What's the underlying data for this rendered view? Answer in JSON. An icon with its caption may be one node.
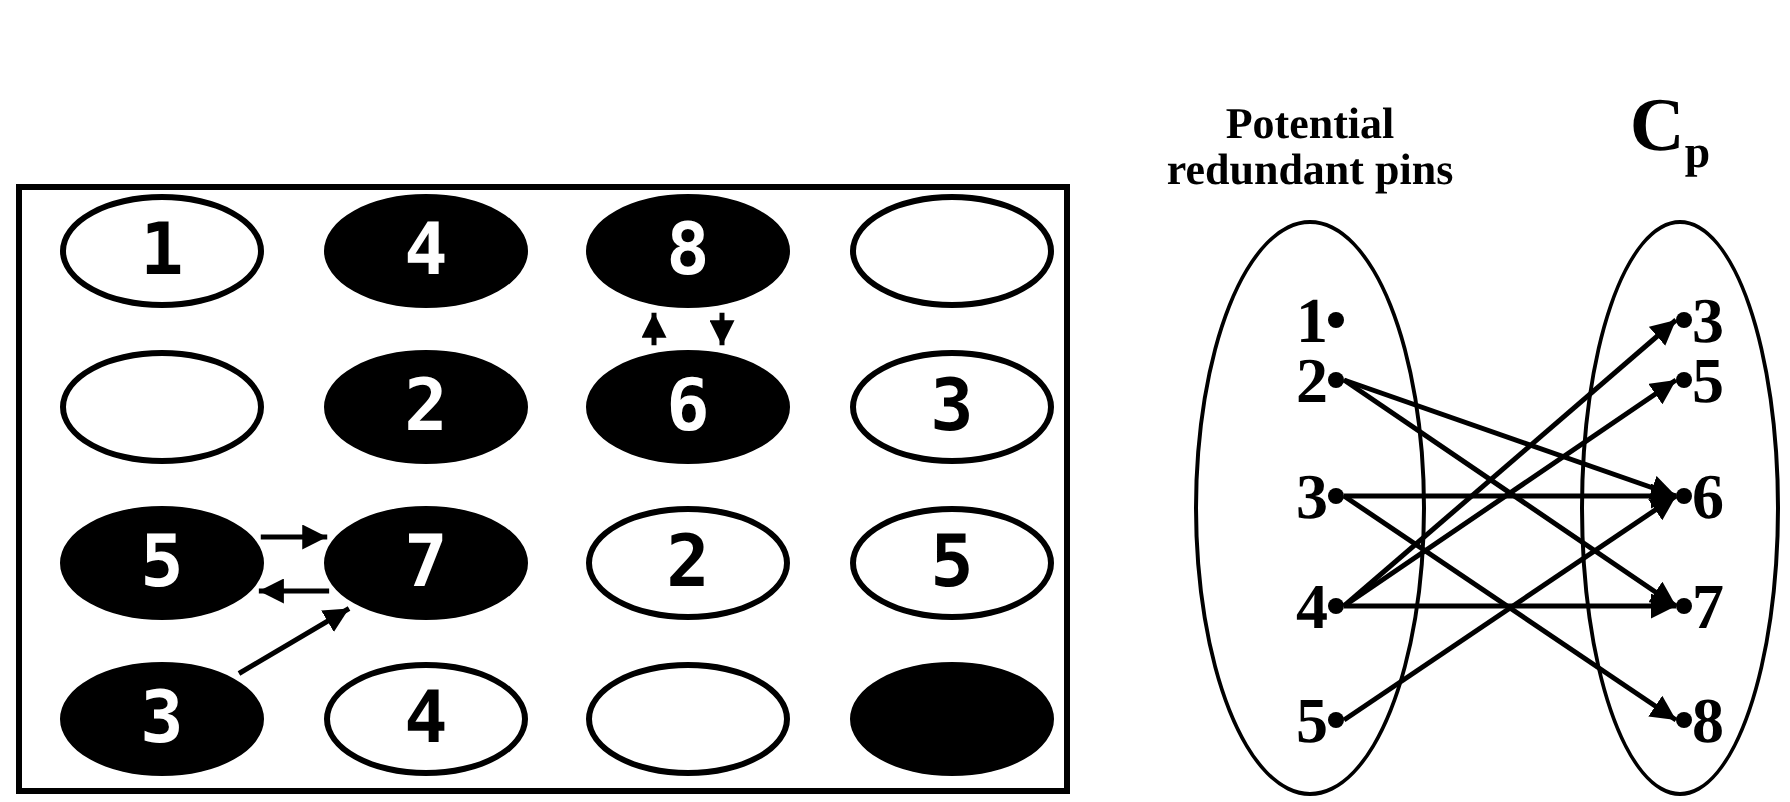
{
  "diagram": {
    "nodes": [
      {
        "text": [],
        "shape": "box"
      },
      {
        "text": [
          "1"
        ],
        "in": 0
      },
      {
        "text": [
          "4"
        ],
        "in": 0
      },
      {
        "text": [
          "8"
        ],
        "in": 0
      },
      {
        "text": [],
        "shape": "ellipse",
        "in": 0
      },
      {
        "text": [],
        "shape": "ellipse",
        "in": 0
      },
      {
        "text": [
          "2"
        ],
        "in": 0
      },
      {
        "text": [
          "6"
        ],
        "in": 0
      },
      {
        "text": [
          "3"
        ],
        "in": 0
      },
      {
        "text": [
          "5"
        ],
        "in": 0
      },
      {
        "text": [
          "7"
        ],
        "in": 0
      },
      {
        "text": [
          "2"
        ],
        "in": 0
      },
      {
        "text": [
          "5"
        ],
        "in": 0
      },
      {
        "text": [
          "3"
        ],
        "in": 0
      },
      {
        "text": [
          "4"
        ],
        "in": 0
      },
      {
        "text": [],
        "shape": "ellipse",
        "in": 0
      },
      {
        "text": [],
        "shape": "ellipse",
        "in": 0
      },
      {
        "text": [
          "Potential redundant pins"
        ]
      },
      {
        "text": [
          "1"
        ],
        "in": 17
      },
      {
        "text": [
          "2"
        ],
        "in": 17
      },
      {
        "text": [
          "3"
        ],
        "in": 17
      },
      {
        "text": [
          "4"
        ],
        "in": 17
      },
      {
        "text": [
          "5"
        ],
        "in": 17
      },
      {
        "text": [
          "C$_{p}$"
        ]
      },
      {
        "text": [
          "3"
        ],
        "in": 23
      },
      {
        "text": [
          "5"
        ],
        "in": 23
      },
      {
        "text": [
          "6"
        ],
        "in": 23
      },
      {
        "text": [
          "7"
        ],
        "in": 23
      },
      {
        "text": [
          "8"
        ],
        "in": 23
      }
    ],
    "edges": [
      {
        "from": 7,
        "to": 3,
        "arrow": "to"
      },
      {
        "from": 3,
        "to": 7,
        "arrow": "to"
      },
      {
        "from": 9,
        "to": 10,
        "arrow": "to"
      },
      {
        "from": 10,
        "to": 9,
        "arrow": "to"
      },
      {
        "from": 13,
        "to": 10,
        "arrow": "to"
      },
      {
        "from": 19,
        "to": 26,
        "arrow": "to"
      },
      {
        "from": 19,
        "to": 27,
        "arrow": "to"
      },
      {
        "from": 20,
        "to": 26,
        "arrow": "to"
      },
      {
        "from": 20,
        "to": 28,
        "arrow": "to"
      },
      {
        "from": 21,
        "to": 24,
        "arrow": "to"
      },
      {
        "from": 21,
        "to": 25,
        "arrow": "to"
      },
      {
        "from": 21,
        "to": 27,
        "arrow": "to"
      },
      {
        "from": 22,
        "to": 26,
        "arrow": "to"
      }
    ]
  }
}
